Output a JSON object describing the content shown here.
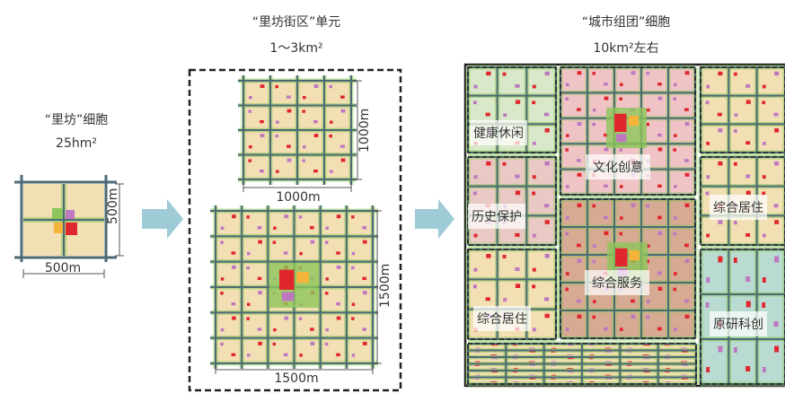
{
  "unit1": {
    "title": "“里坊”细胞",
    "area": "25hm²",
    "width_label": "500m",
    "height_label": "500m"
  },
  "unit2": {
    "title": "“里坊街区”单元",
    "area": "1～3km²",
    "small": {
      "width_label": "1000m",
      "height_label": "1000m"
    },
    "large": {
      "width_label": "1500m",
      "height_label": "1500m"
    }
  },
  "unit3": {
    "title": "“城市组团”细胞",
    "area": "10km²左右",
    "zones": [
      {
        "label": "健康休闲"
      },
      {
        "label": "文化创意"
      },
      {
        "label": "历史保护"
      },
      {
        "label": "综合居住"
      },
      {
        "label": "综合服务"
      },
      {
        "label": "综合居住"
      },
      {
        "label": "原研科创"
      }
    ]
  },
  "colors": {
    "beige": "#f2dfb4",
    "road": "#4d6a76",
    "green": "#8dc55a",
    "red": "#e0272d",
    "yellow": "#f4b43a",
    "purple": "#bd78bf",
    "arrow": "#9fcbd6",
    "pink": "#f0c4c6",
    "brown": "#d6aa93",
    "teal": "#b9dbd2"
  }
}
